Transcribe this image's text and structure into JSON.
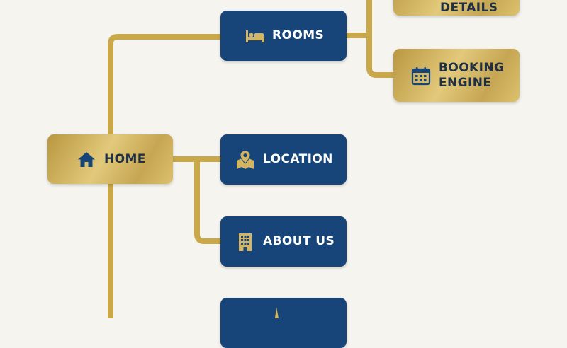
{
  "colors": {
    "background": "#f5f4ef",
    "connector": "#c9a84a",
    "blue_node": "#17457a",
    "gold_node": "#d4b662",
    "gold_text": "#1f2f44"
  },
  "nodes": {
    "home": {
      "label": "HOME",
      "icon": "house-icon"
    },
    "rooms": {
      "label": "ROOMS",
      "icon": "bed-icon"
    },
    "details": {
      "label": "DETAILS",
      "icon": ""
    },
    "booking_engine": {
      "label": "BOOKING ENGINE",
      "icon": "calendar-icon"
    },
    "location": {
      "label": "LOCATION",
      "icon": "map-pin-icon"
    },
    "about_us": {
      "label": "ABOUT US",
      "icon": "building-icon"
    },
    "partial": {
      "label": "",
      "icon": ""
    }
  }
}
